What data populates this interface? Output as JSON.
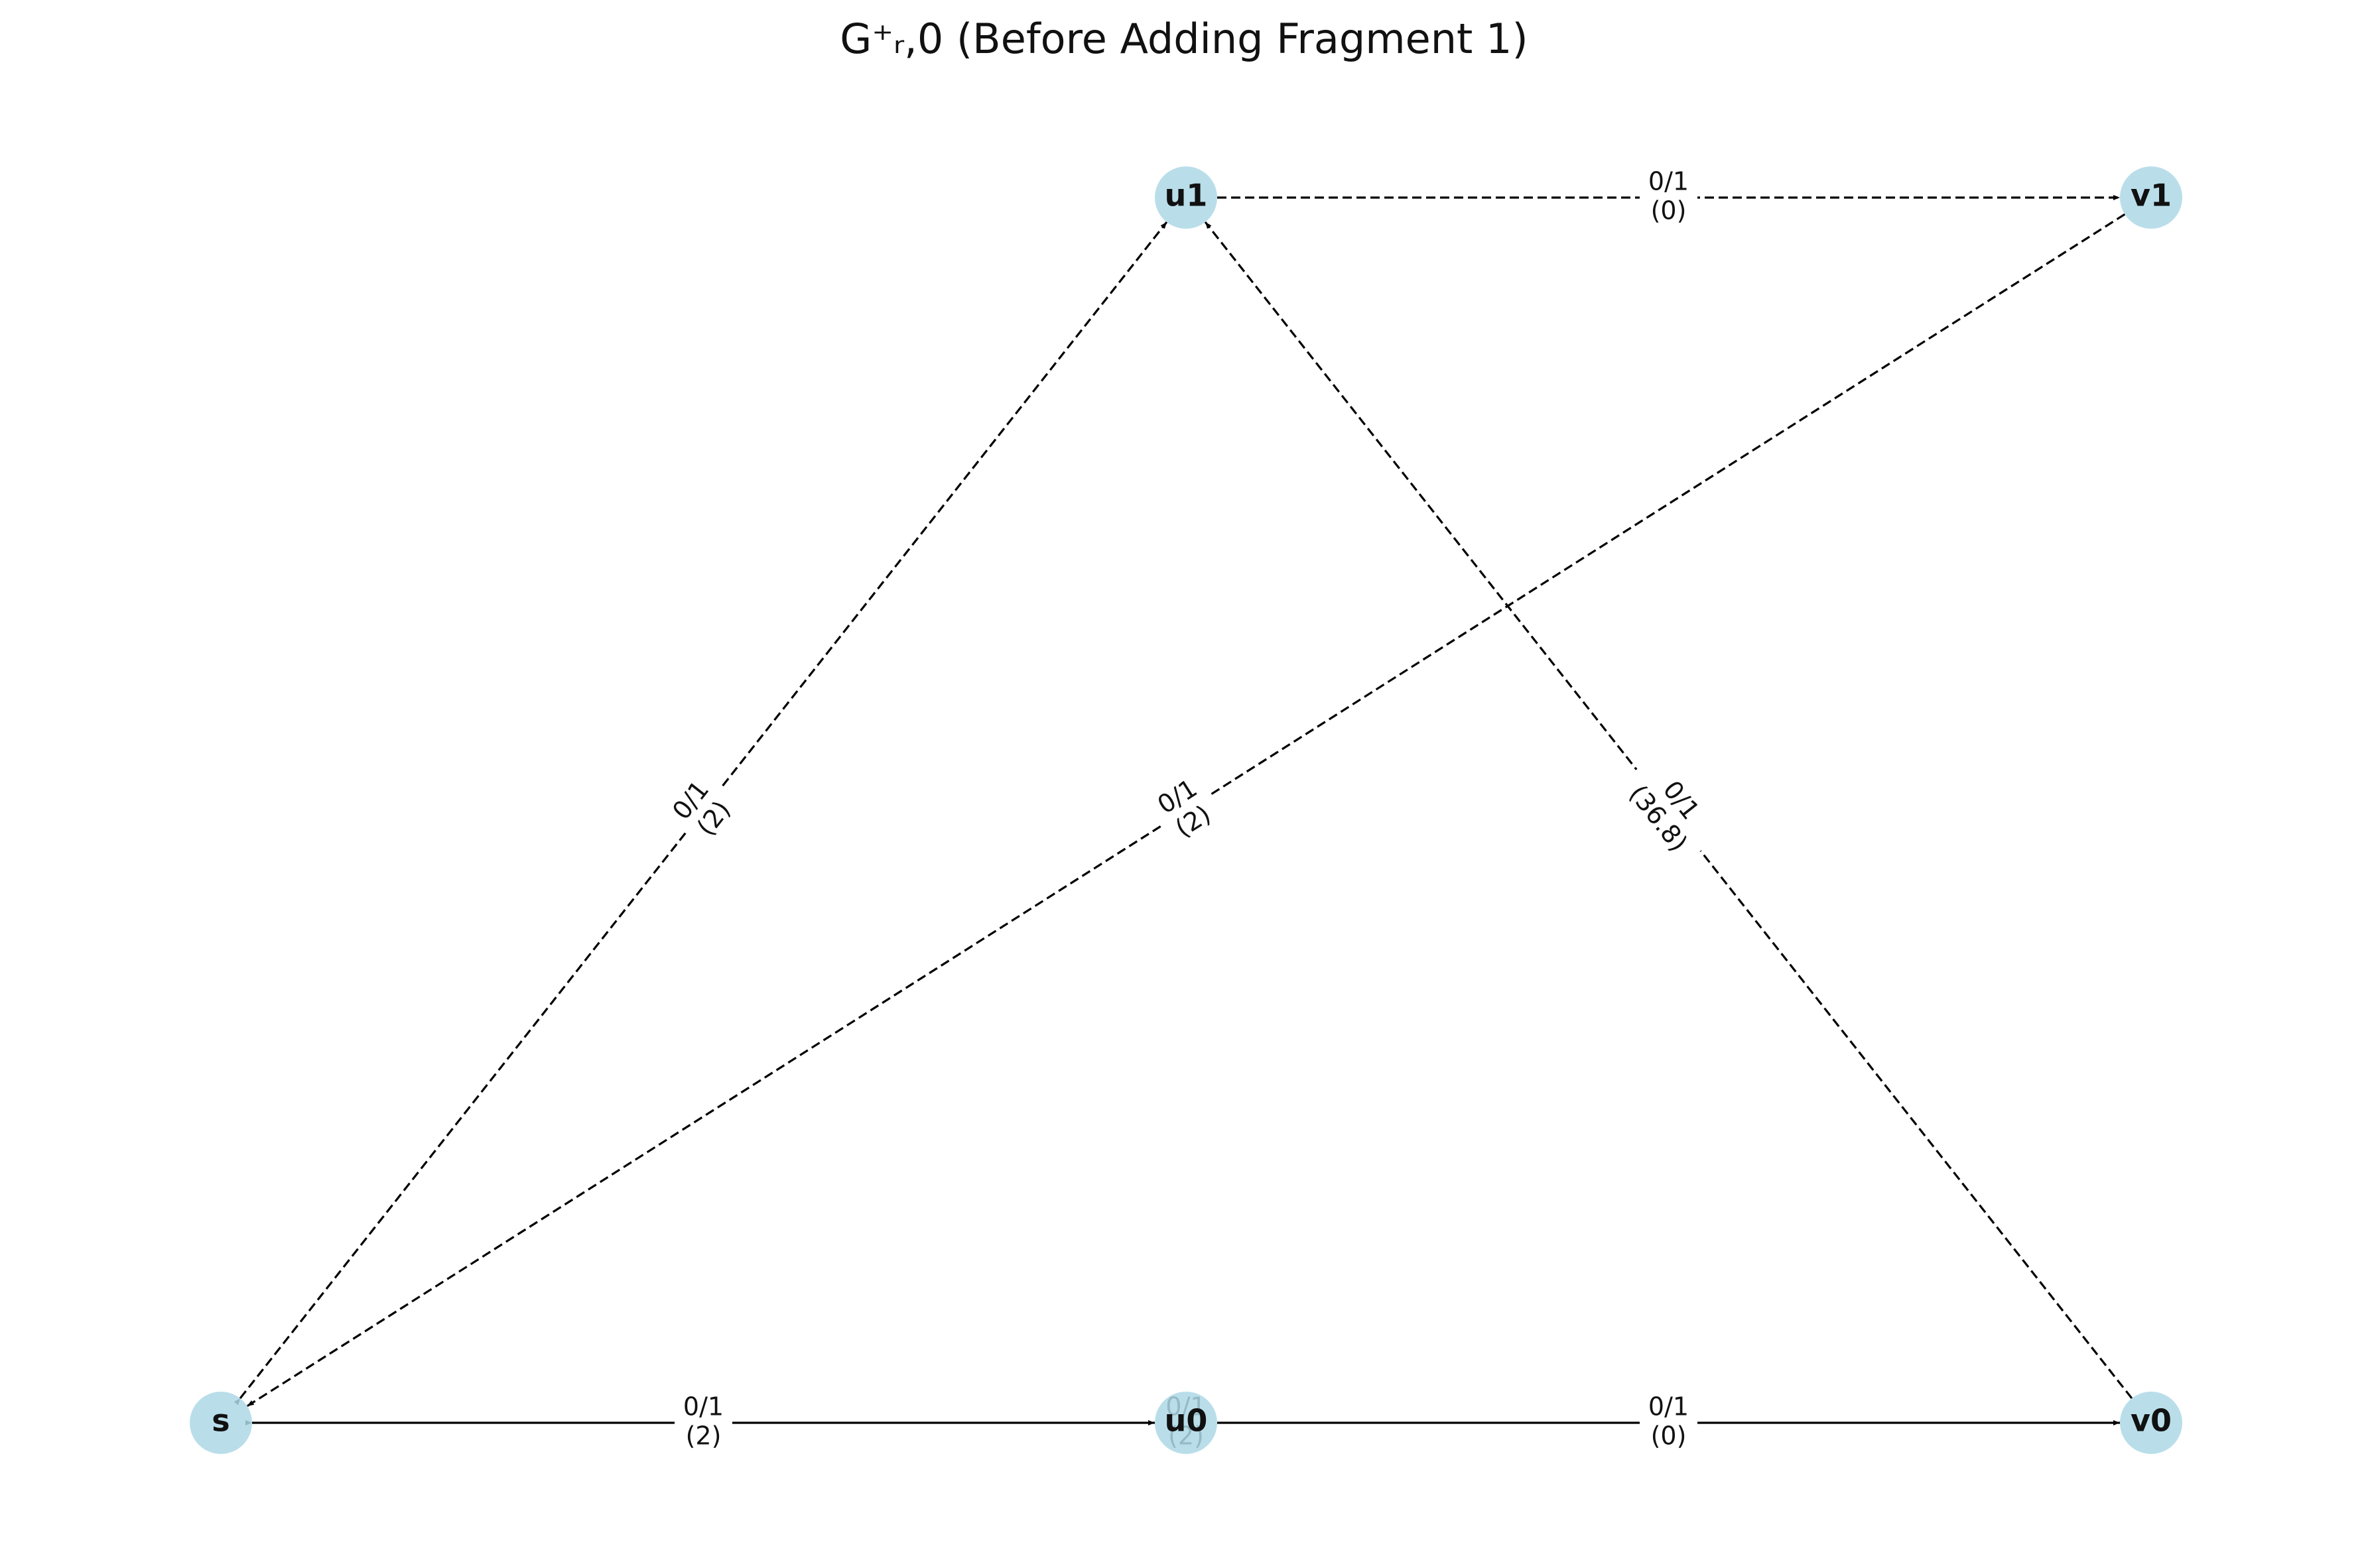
{
  "title": "G⁺ᵣ,0 (Before Adding Fragment 1)",
  "style": {
    "node_fill": "#add8e6",
    "edge_color": "#000000",
    "background": "#ffffff"
  },
  "nodes": [
    {
      "id": "s",
      "label": "s"
    },
    {
      "id": "u0",
      "label": "u0"
    },
    {
      "id": "v0",
      "label": "v0"
    },
    {
      "id": "u1",
      "label": "u1"
    },
    {
      "id": "v1",
      "label": "v1"
    }
  ],
  "edges": [
    {
      "id": "s-u0",
      "from": "s",
      "to": "u0",
      "style": "solid",
      "bidirectional": true,
      "label": [
        "0/1",
        "(2)"
      ]
    },
    {
      "id": "u0-v0",
      "from": "u0",
      "to": "v0",
      "style": "solid",
      "bidirectional": false,
      "label": [
        "0/1",
        "(0)"
      ]
    },
    {
      "id": "u1-v1",
      "from": "u1",
      "to": "v1",
      "style": "dashed",
      "bidirectional": false,
      "label": [
        "0/1",
        "(0)"
      ]
    },
    {
      "id": "s-u1",
      "from": "s",
      "to": "u1",
      "style": "dashed",
      "bidirectional": true,
      "label": [
        "0/1",
        "(2)"
      ]
    },
    {
      "id": "v1-s",
      "from": "v1",
      "to": "s",
      "style": "dashed",
      "bidirectional": false,
      "label": [
        "0/1",
        "(2)"
      ]
    },
    {
      "id": "v0-u1",
      "from": "v0",
      "to": "u1",
      "style": "dashed",
      "bidirectional": false,
      "label": [
        "0/1",
        "(36.8)"
      ]
    }
  ],
  "hidden_label": {
    "edge": "u0-s",
    "label": [
      "0/1",
      "(2)"
    ]
  }
}
